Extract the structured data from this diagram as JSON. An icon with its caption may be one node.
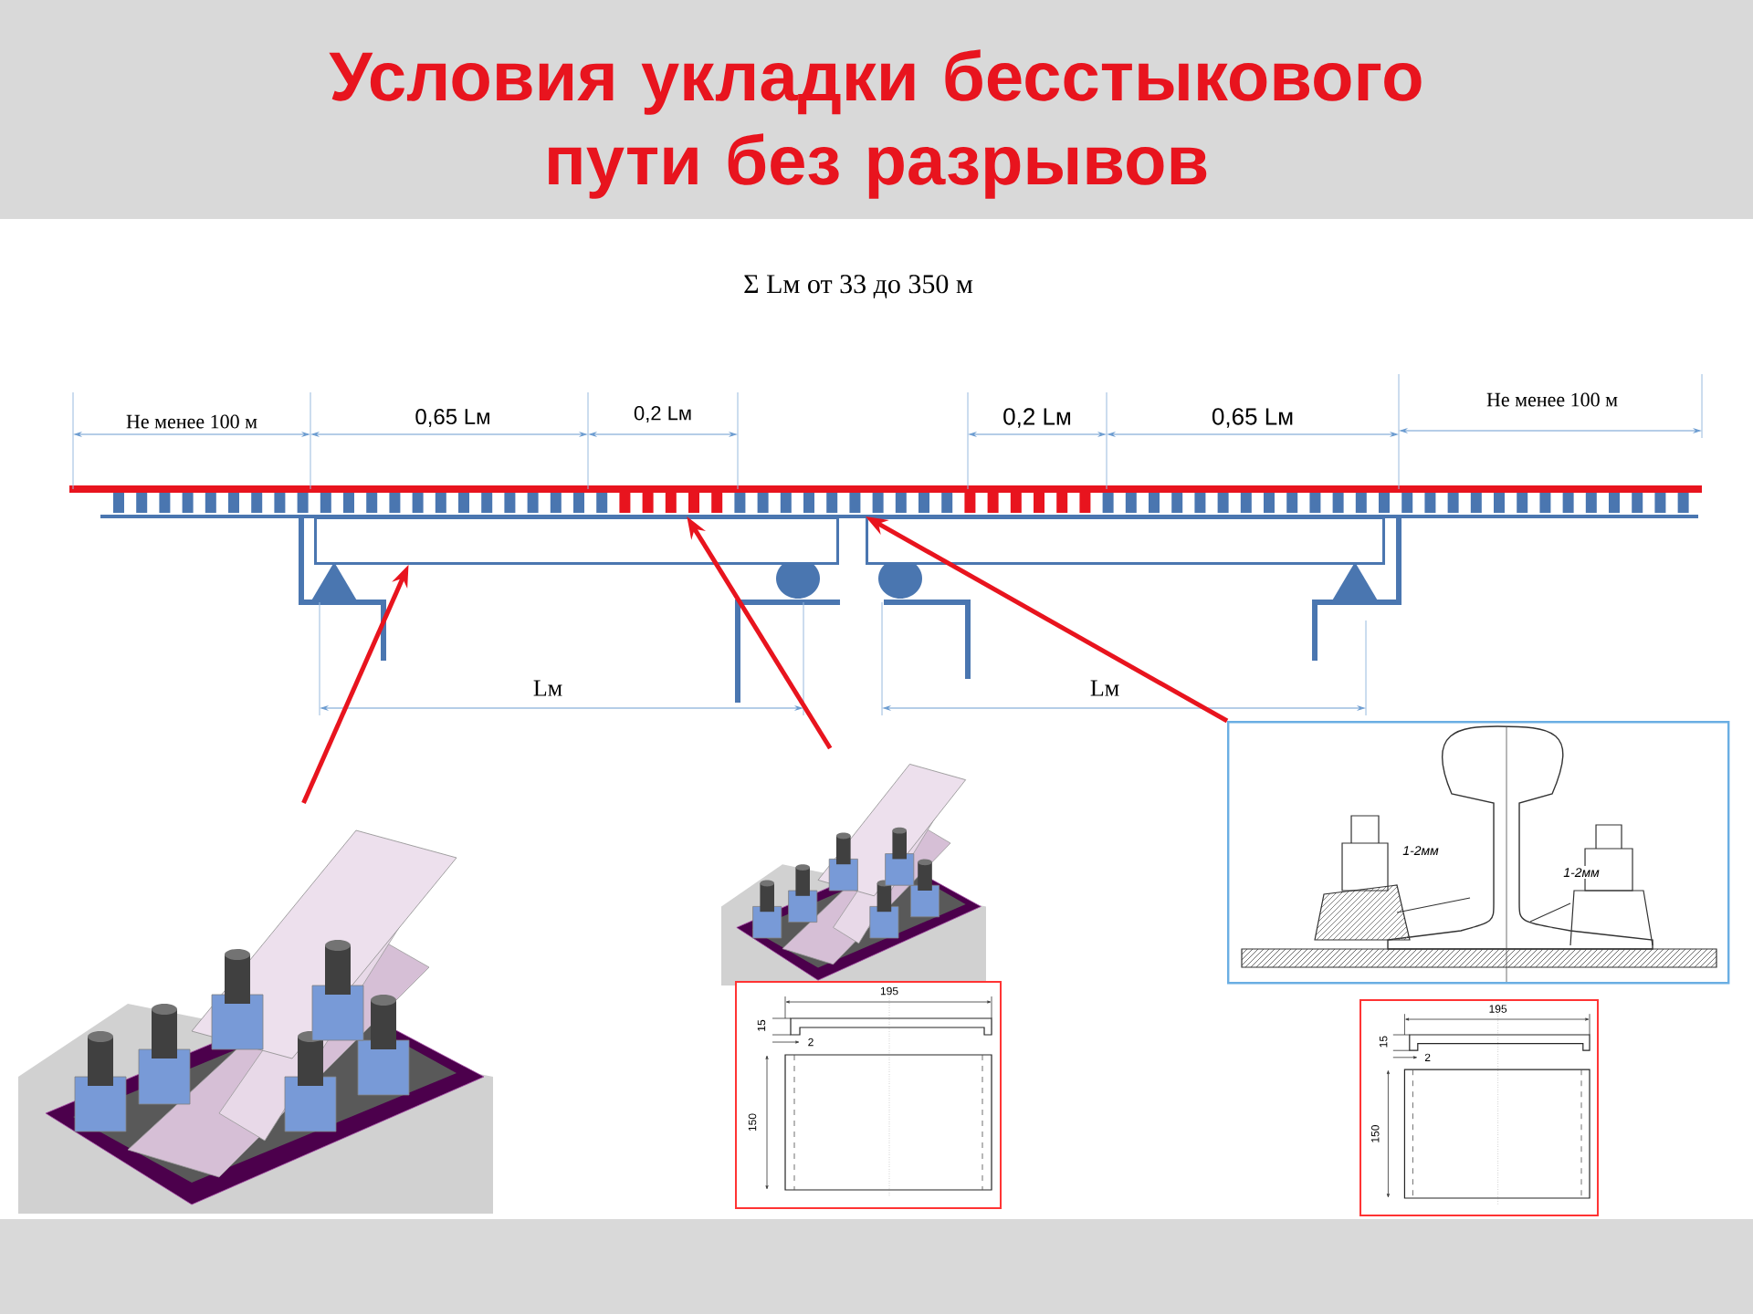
{
  "diagram": {
    "title": "Условия укладки бесстыкового пути без разрывов",
    "nodes": [
      {
        "text": [],
        "shape": "picture"
      },
      {
        "text": [],
        "shape": "picture"
      },
      {
        "text": [
          "1-2мм",
          "1-2мм"
        ]
      },
      {
        "text": [],
        "shape": "box"
      },
      {
        "text": [],
        "shape": "box"
      }
    ],
    "edges": [
      {
        "from": 0,
        "to": 3,
        "arrow": "to"
      },
      {
        "from": 1,
        "to": 3,
        "arrow": "to"
      },
      {
        "from": 2,
        "to": 4,
        "arrow": "to"
      }
    ],
    "labels": [
      "Σ Lм от 33 до 350 м",
      "Не менее 100 м",
      "0,65 Lм",
      "0,2 Lм",
      "0,2 Lм",
      "0,65 Lм",
      "Не менее 100 м",
      "Lм",
      "Lм",
      "195",
      "15",
      "2",
      "150",
      "195",
      "15",
      "2",
      "150"
    ]
  }
}
